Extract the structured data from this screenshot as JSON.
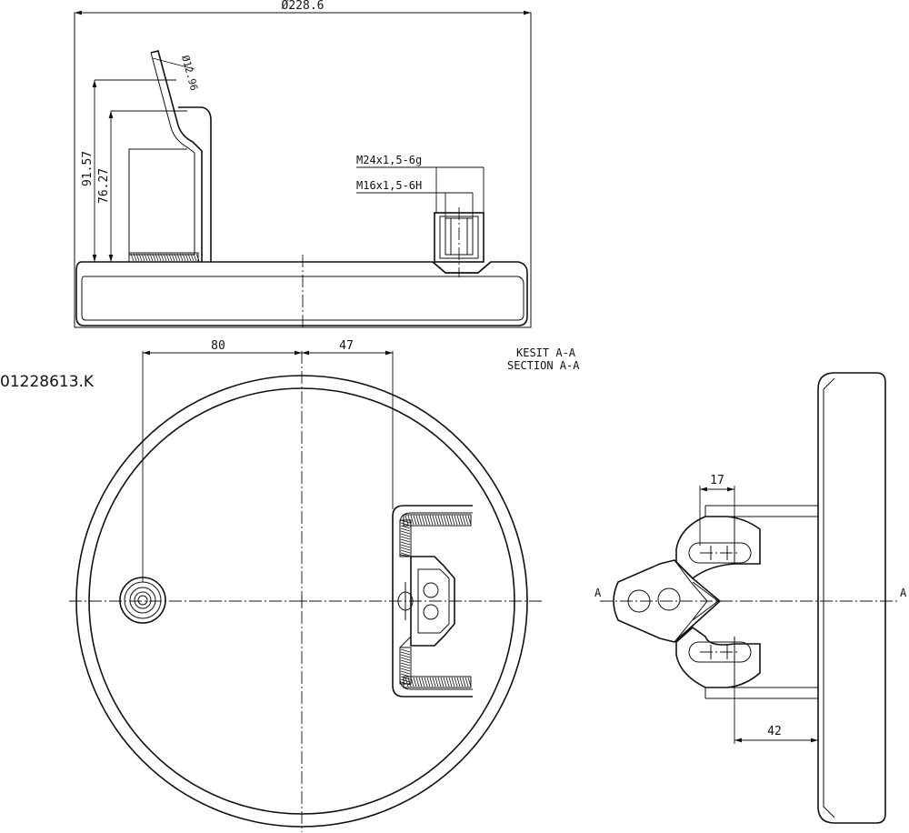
{
  "drawing": {
    "part_number": "01228613.K",
    "section_label": {
      "line1": "KESIT A-A",
      "line2": "SECTION A-A"
    },
    "section_marker": "A",
    "dimensions": {
      "diameter": "Ø228.6",
      "hole_diameter": "Ø12.96",
      "height_outer": "91.57",
      "height_inner": "76.27",
      "thread_outer": "M24x1,5-6g",
      "thread_inner": "M16x1,5-6H",
      "offset_left": "80",
      "offset_right": "47",
      "slot_width": "17",
      "bracket_depth": "42"
    }
  }
}
